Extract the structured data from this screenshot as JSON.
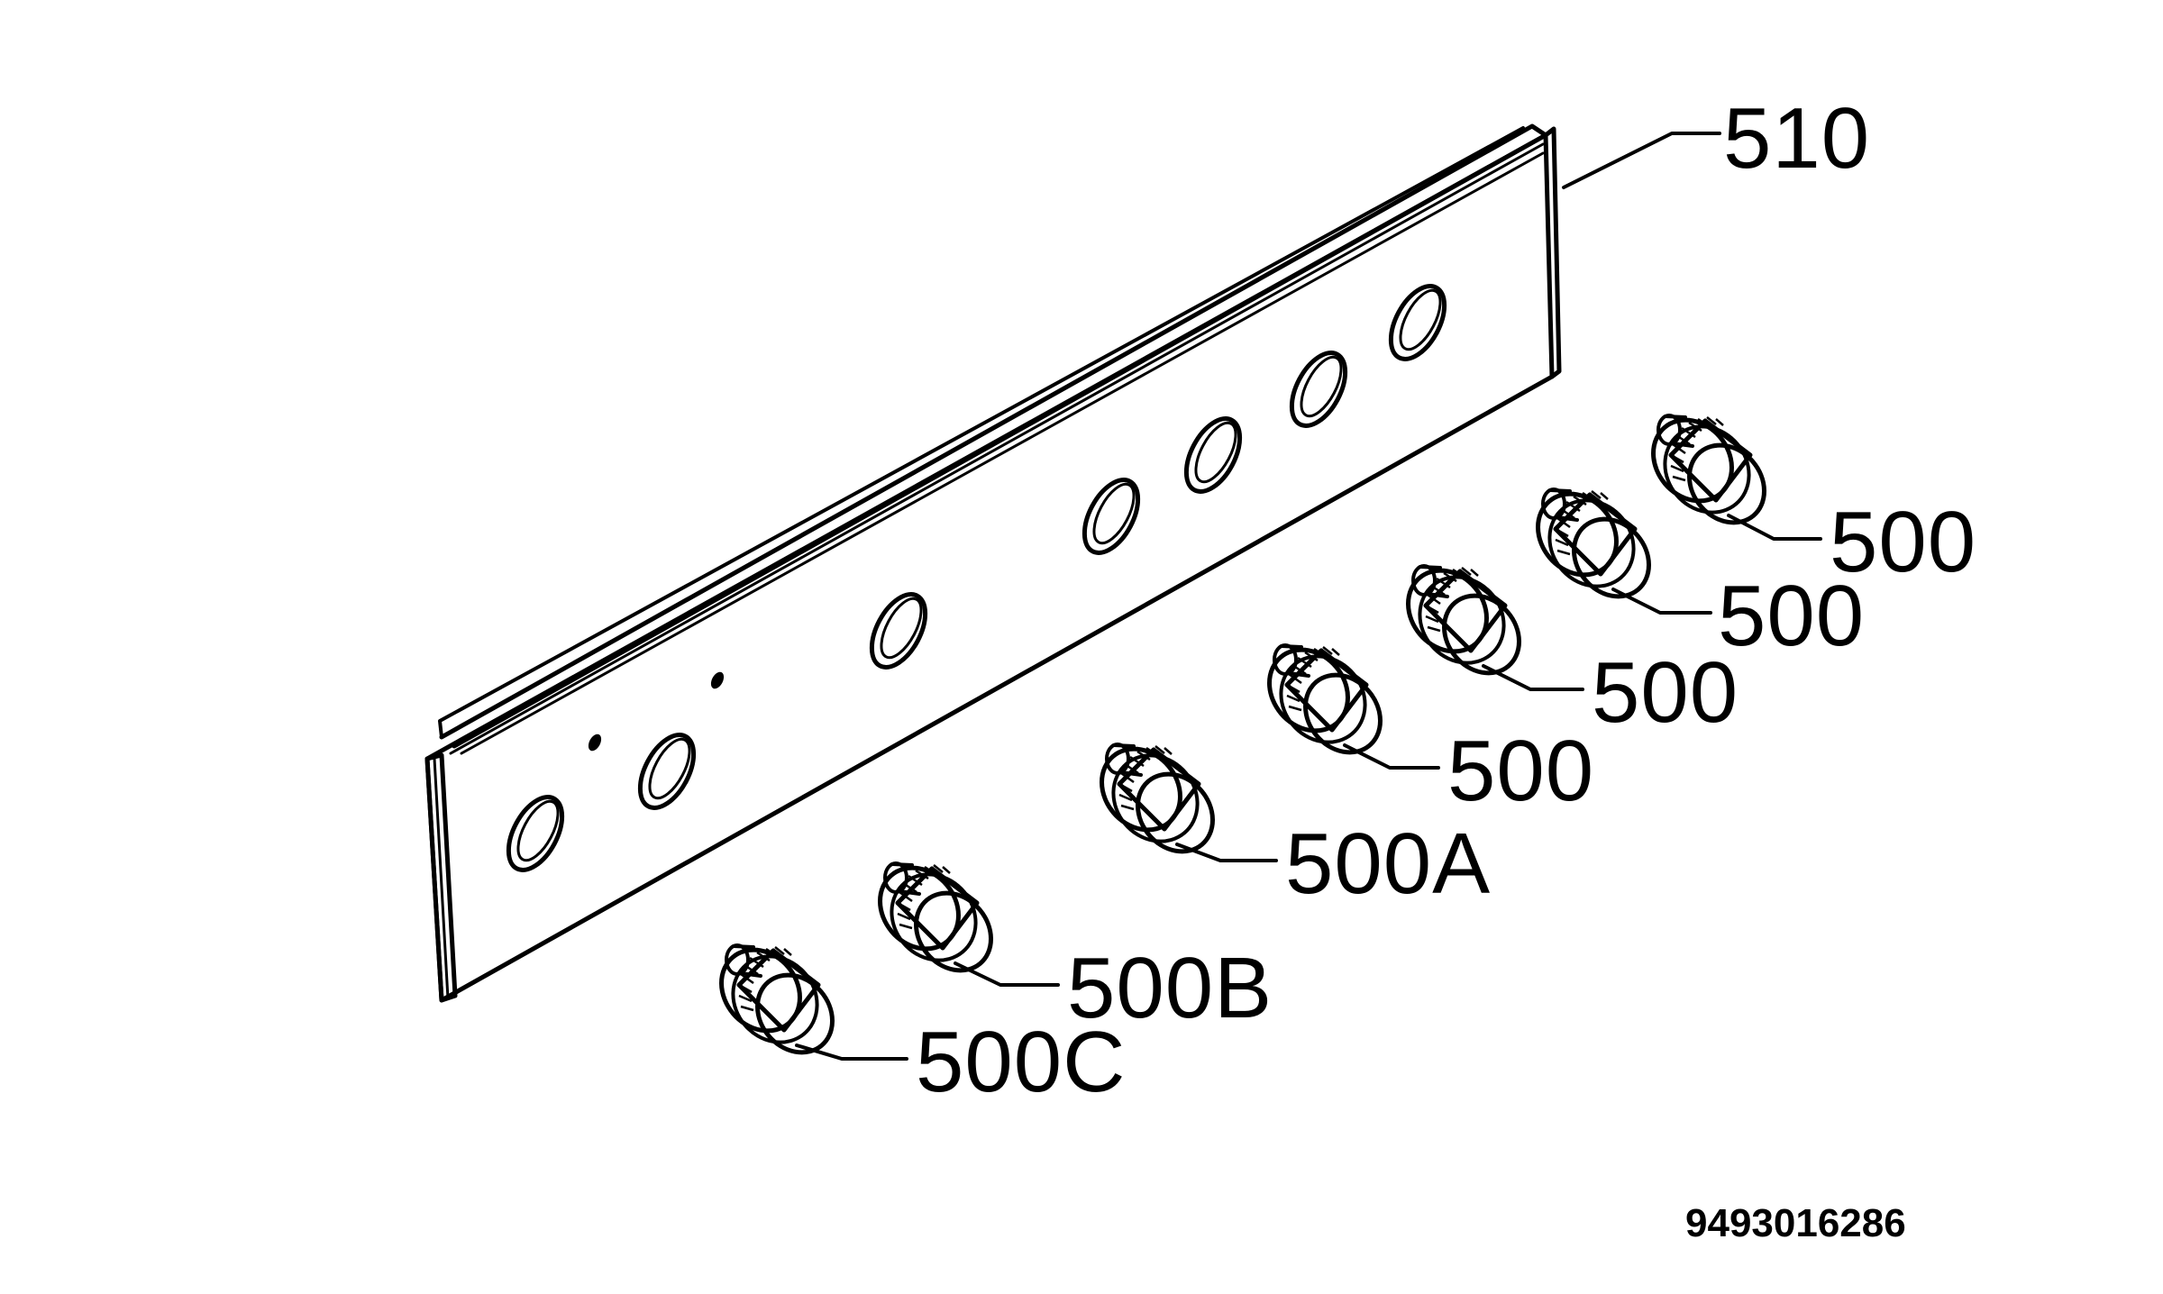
{
  "drawing_number": "9493016286",
  "callouts": {
    "panel": "510",
    "knob_1": "500",
    "knob_2": "500",
    "knob_3": "500",
    "knob_4": "500",
    "knob_5": "500A",
    "knob_6": "500B",
    "knob_7": "500C"
  },
  "colors": {
    "ink": "#000000",
    "background": "#ffffff"
  }
}
